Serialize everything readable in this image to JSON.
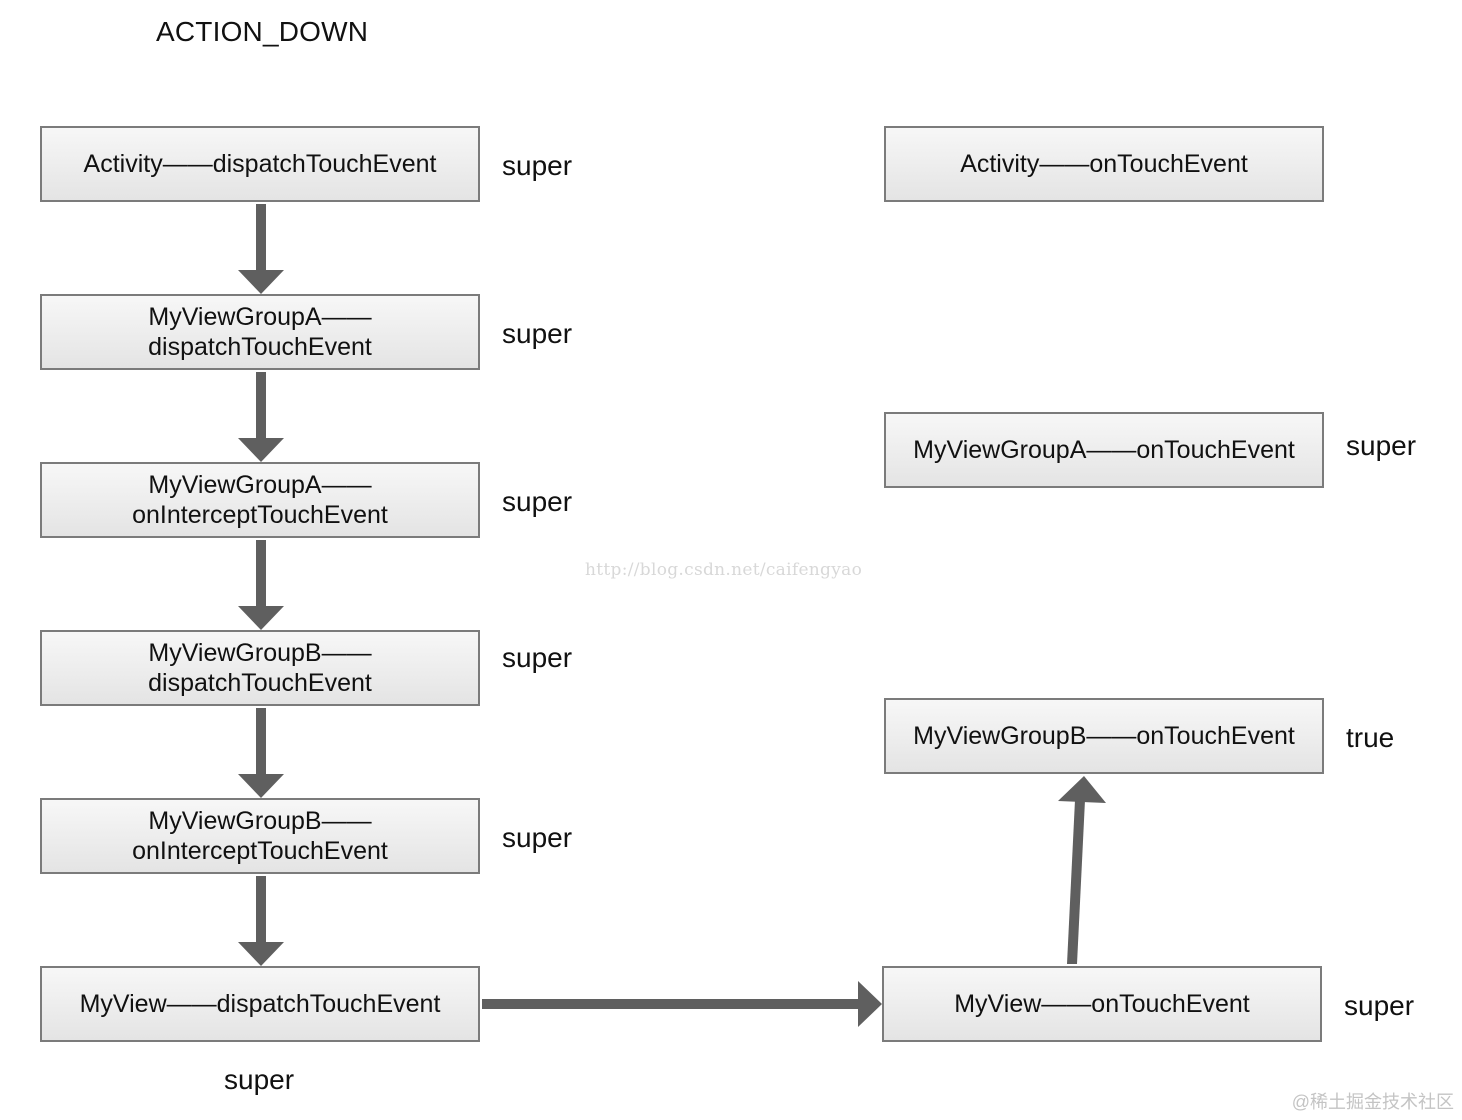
{
  "title": "ACTION_DOWN",
  "boxes": {
    "activity_dispatch": "Activity——dispatchTouchEvent",
    "groupa_dispatch": "MyViewGroupA——\ndispatchTouchEvent",
    "groupa_intercept": "MyViewGroupA——\nonInterceptTouchEvent",
    "groupb_dispatch": "MyViewGroupB——\ndispatchTouchEvent",
    "groupb_intercept": "MyViewGroupB——\nonInterceptTouchEvent",
    "view_dispatch": "MyView——dispatchTouchEvent",
    "activity_ontouch": "Activity——onTouchEvent",
    "groupa_ontouch": "MyViewGroupA——onTouchEvent",
    "groupb_ontouch": "MyViewGroupB——onTouchEvent",
    "view_ontouch": "MyView——onTouchEvent"
  },
  "labels": {
    "activity_dispatch": "super",
    "groupa_dispatch": "super",
    "groupa_intercept": "super",
    "groupb_dispatch": "super",
    "groupb_intercept": "super",
    "view_dispatch": "super",
    "groupa_ontouch": "super",
    "groupb_ontouch": "true",
    "view_ontouch": "super"
  },
  "watermark": "http://blog.csdn.net/caifengyao",
  "credit": "@稀土掘金技术社区",
  "colors": {
    "arrow": "#5f5f5f",
    "box_border": "#7b7b7b"
  }
}
